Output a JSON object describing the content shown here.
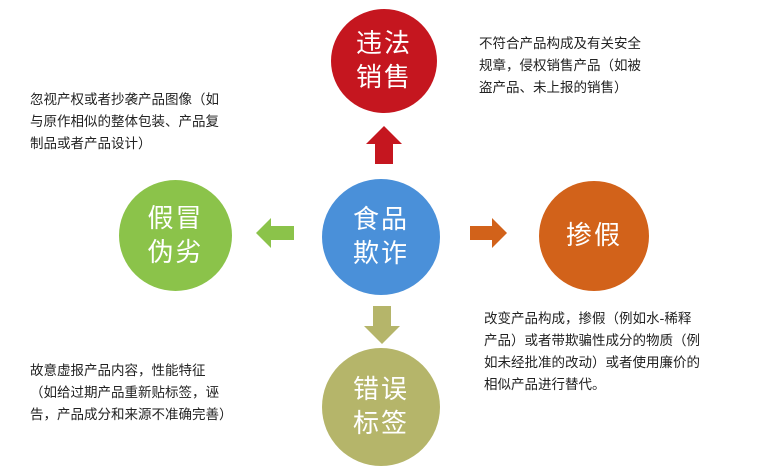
{
  "nodes": {
    "center": {
      "line1": "食品",
      "line2": "欺诈",
      "color": "#4a90d9"
    },
    "top": {
      "line1": "违法",
      "line2": "销售",
      "color": "#c5161f"
    },
    "right": {
      "line1": "掺假",
      "color": "#d2621a"
    },
    "left": {
      "line1": "假冒",
      "line2": "伪劣",
      "color": "#8bc34a"
    },
    "bottom": {
      "line1": "错误",
      "line2": "标签",
      "color": "#b5b56a"
    }
  },
  "arrows": {
    "up": {
      "color": "#c5161f"
    },
    "right": {
      "color": "#d2621a"
    },
    "left": {
      "color": "#8bc34a"
    },
    "down": {
      "color": "#b5b56a"
    }
  },
  "descriptions": {
    "top": [
      "不符合产品构成及有关安全",
      "规章，侵权销售产品（如被",
      "盗产品、未上报的销售）"
    ],
    "left": [
      "忽视产权或者抄袭产品图像（如",
      "与原作相似的整体包装、产品复",
      "制品或者产品设计）"
    ],
    "right": [
      "改变产品构成，掺假（例如水-稀释",
      "产品）或者带欺骗性成分的物质（例",
      "如未经批准的改动）或者使用廉价的",
      "相似产品进行替代。"
    ],
    "bottom": [
      "故意虚报产品内容，性能特征",
      "（如给过期产品重新贴标签，诬",
      "告，产品成分和来源不准确完善）"
    ]
  }
}
